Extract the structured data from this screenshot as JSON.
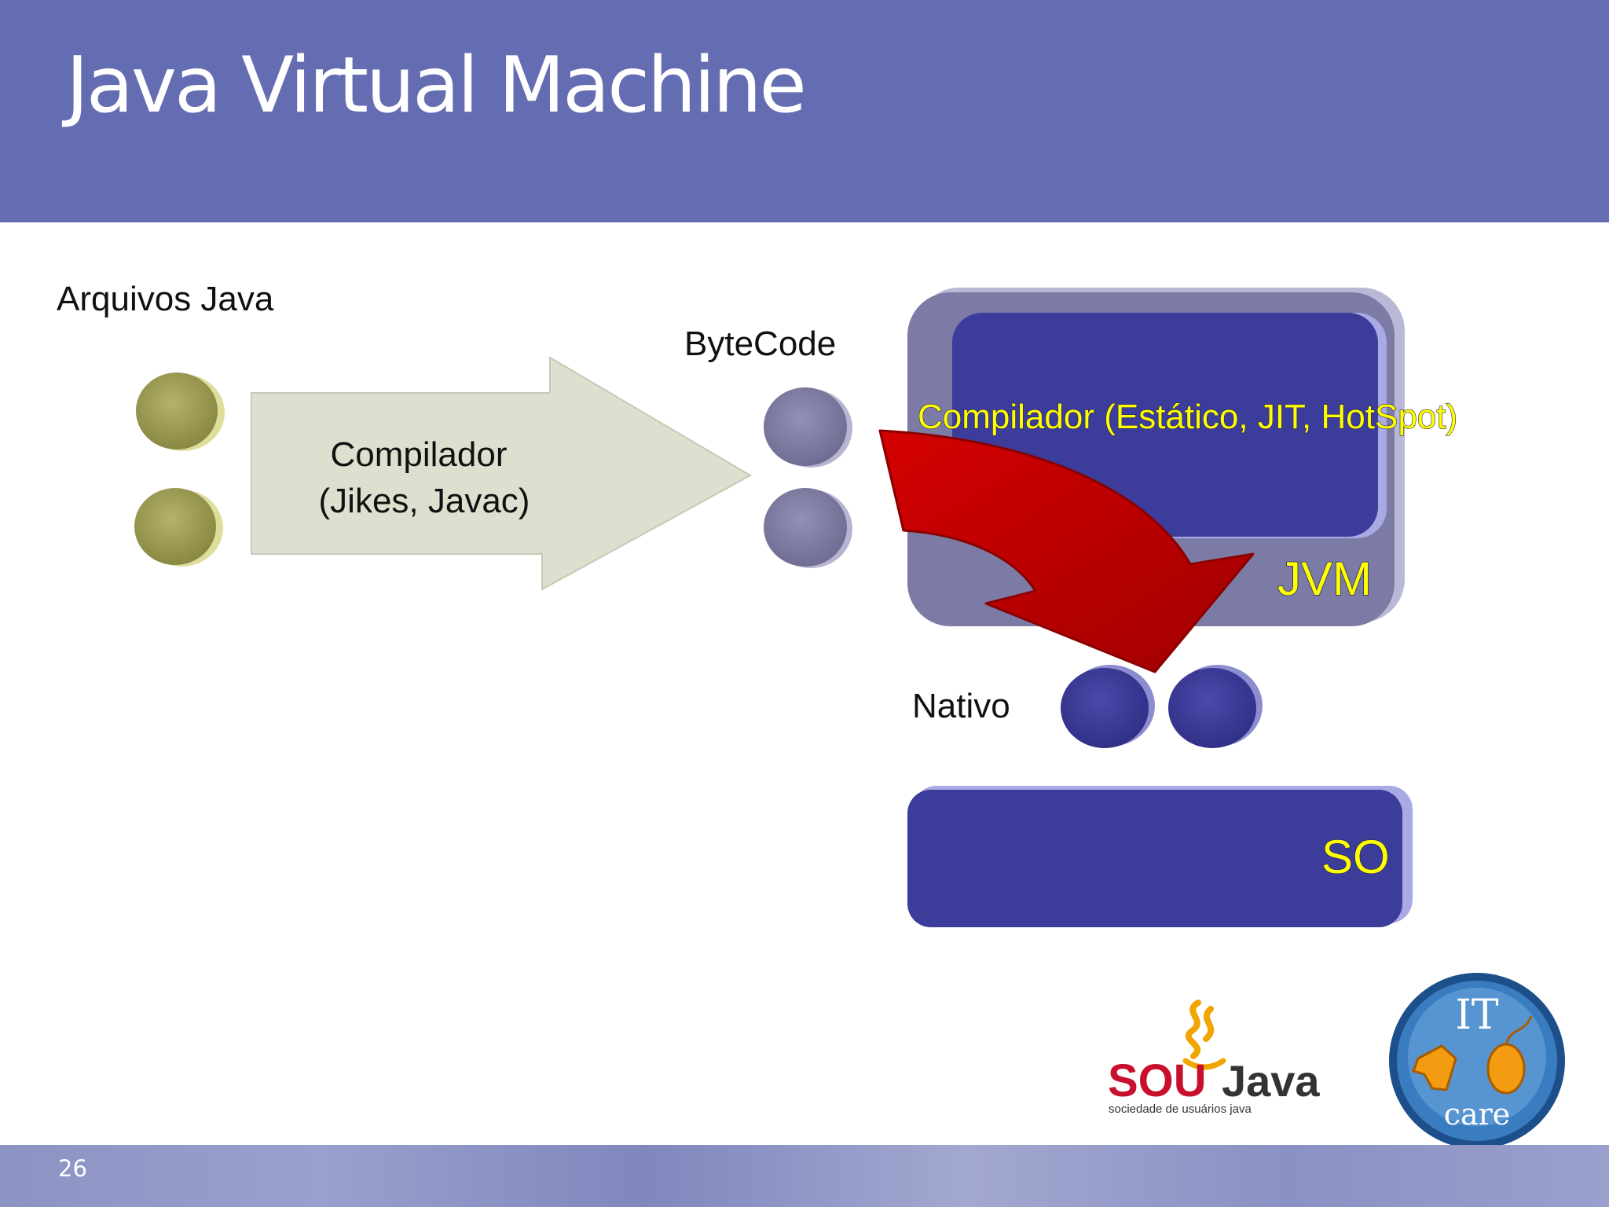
{
  "slide": {
    "title": "Java Virtual Machine",
    "page_number": "26"
  },
  "diagram": {
    "source_label": "Arquivos Java",
    "compile_arrow": {
      "line1": "Compilador",
      "line2": "(Jikes, Javac)"
    },
    "bytecode_label": "ByteCode",
    "jvm_compiler_label": "Compilador (Estático, JIT, HotSpot)",
    "jvm_label": "JVM",
    "native_label": "Nativo",
    "os_label": "SO"
  },
  "logos": {
    "soujava": {
      "wordmark_sou": "SOU",
      "wordmark_java": "Java",
      "tagline": "sociedade de usuários java"
    },
    "itcare": {
      "top": "IT",
      "bottom": "care"
    }
  },
  "colors": {
    "header": "#646cb2",
    "source_dots": "#9a9a52",
    "bytecode_dots": "#7f7da1",
    "jvm_outer": "#7c7ba6",
    "jvm_inner": "#3c3c9a",
    "native_dots": "#3c3c9a",
    "os_box": "#3c3c9a",
    "highlight_text": "#ffff00",
    "red_arrow": "#c80000"
  }
}
